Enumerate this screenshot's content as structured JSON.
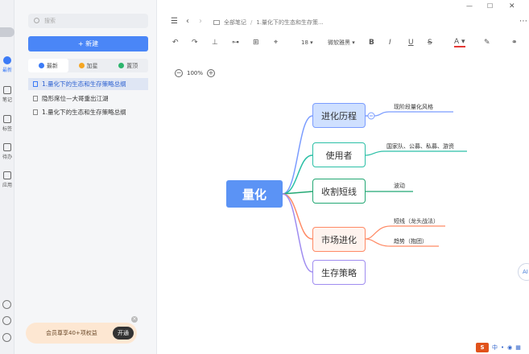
{
  "rail": {
    "logo": "logo",
    "items": [
      {
        "label": "最新",
        "icon": "clock-icon",
        "active": true
      },
      {
        "label": "笔记",
        "icon": "note-icon"
      },
      {
        "label": "标签",
        "icon": "tag-icon"
      },
      {
        "label": "待办",
        "icon": "check-icon"
      },
      {
        "label": "应用",
        "icon": "grid-icon"
      }
    ],
    "bottom": [
      "trash-icon",
      "sync-icon",
      "settings-icon"
    ]
  },
  "sidebar": {
    "search_placeholder": "搜索",
    "new_label": "新建",
    "tabs": [
      {
        "label": "最新",
        "color": "#3c7bf6",
        "active": true
      },
      {
        "label": "加星",
        "color": "#f5a623"
      },
      {
        "label": "置顶",
        "color": "#2db56d"
      }
    ],
    "files": [
      {
        "title": "1.量化下的生态和生存策略总纲",
        "selected": true
      },
      {
        "title": "隐形席位—大哥重出江湖"
      },
      {
        "title": "1.量化下的生态和生存策略总纲"
      }
    ],
    "promo": {
      "text": "会员尊享40+项权益",
      "button": "开通"
    }
  },
  "topbar": {
    "crumb_root": "全部笔记",
    "crumb_current": "1.量化下的生态和生存策..."
  },
  "toolbar": {
    "font_size": "18",
    "font_name": "微软雅黑",
    "bold": "B",
    "italic": "I",
    "underline": "U",
    "strike": "S",
    "color": "A"
  },
  "zoom": {
    "level": "100%"
  },
  "mindmap": {
    "root": "量化",
    "branches": [
      {
        "label": "进化历程",
        "color": "#7a9cff",
        "selected": true,
        "leaves": [
          "现阶段量化风格"
        ]
      },
      {
        "label": "使用者",
        "color": "#2bbfa6",
        "leaves": [
          "国家队、公募、私募、游资"
        ]
      },
      {
        "label": "收割短线",
        "color": "#22a873",
        "leaves": [
          "波动"
        ]
      },
      {
        "label": "市场进化",
        "color": "#ff8a65",
        "leaves": [
          "短线（龙头战法）",
          "趋势（抱团）"
        ]
      },
      {
        "label": "生存策略",
        "color": "#9f8cf0",
        "leaves": []
      }
    ]
  },
  "floating": {
    "label": "AI"
  },
  "tray": {
    "ime": "S",
    "lang": "中"
  },
  "colors": {
    "accent": "#4a86f7",
    "root": "#5b93f5"
  }
}
